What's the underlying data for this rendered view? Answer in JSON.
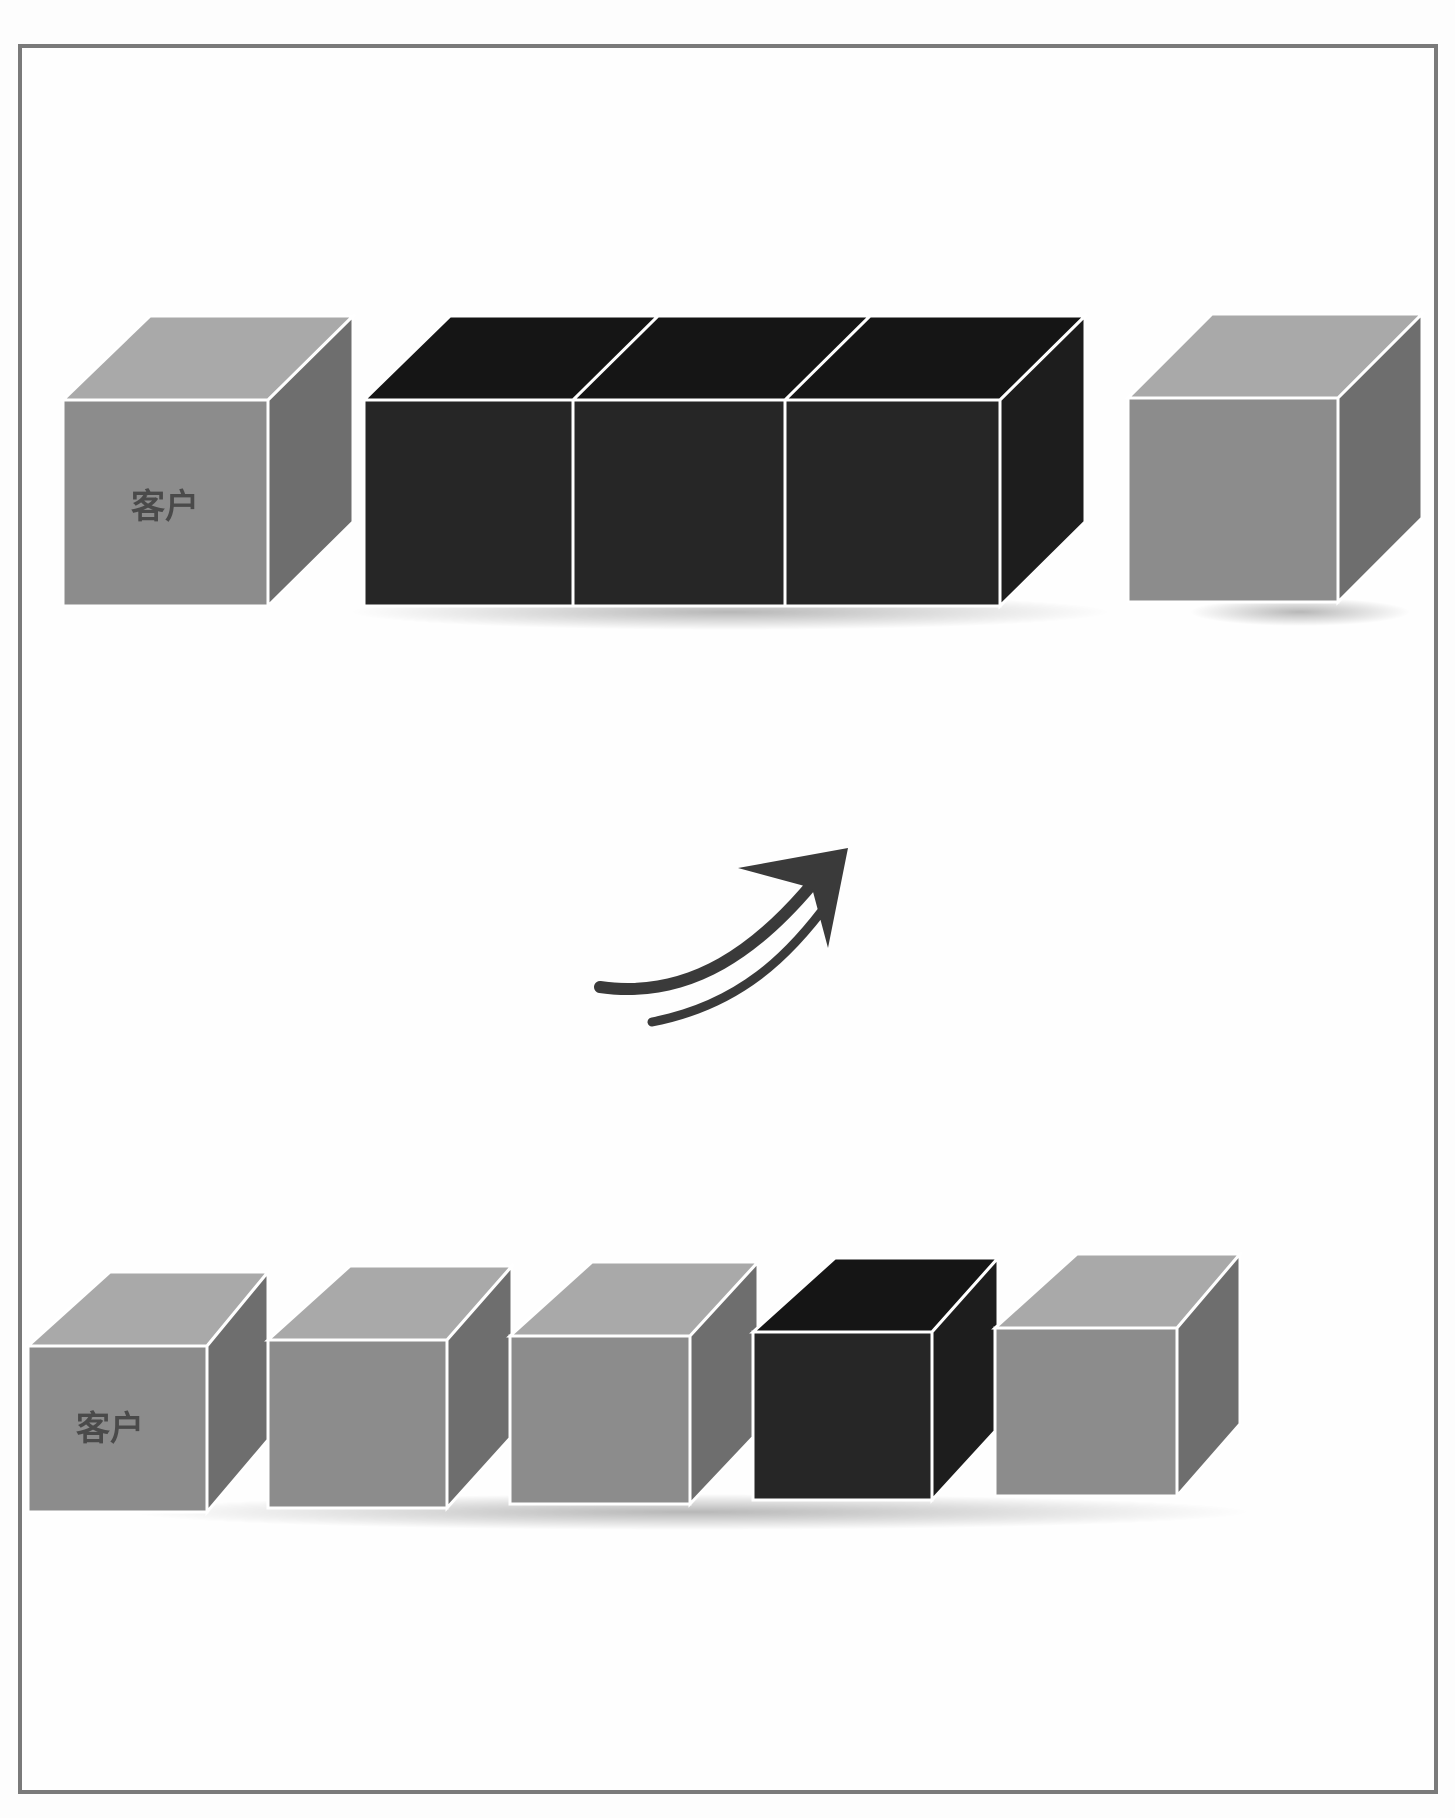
{
  "diagram": {
    "top_row": {
      "customer_label": "客户",
      "boxes": [
        {
          "role": "customer",
          "shade": "light"
        },
        {
          "role": "block",
          "shade": "dark"
        },
        {
          "role": "block",
          "shade": "dark"
        },
        {
          "role": "block",
          "shade": "dark"
        },
        {
          "role": "block",
          "shade": "light"
        }
      ]
    },
    "transition_icon": "curved-double-arrow-icon",
    "bottom_row": {
      "customer_label": "客户",
      "boxes": [
        {
          "role": "customer",
          "shade": "light"
        },
        {
          "role": "block",
          "shade": "light"
        },
        {
          "role": "block",
          "shade": "light"
        },
        {
          "role": "block",
          "shade": "dark"
        },
        {
          "role": "block",
          "shade": "light"
        }
      ]
    },
    "colors": {
      "light_front": "#8c8c8c",
      "light_top": "#a9a9a9",
      "light_side": "#6e6e6e",
      "dark_front": "#262626",
      "dark_top": "#151515",
      "dark_side": "#1d1d1d",
      "edge": "#ffffff",
      "frame": "#7a7a7a"
    }
  }
}
